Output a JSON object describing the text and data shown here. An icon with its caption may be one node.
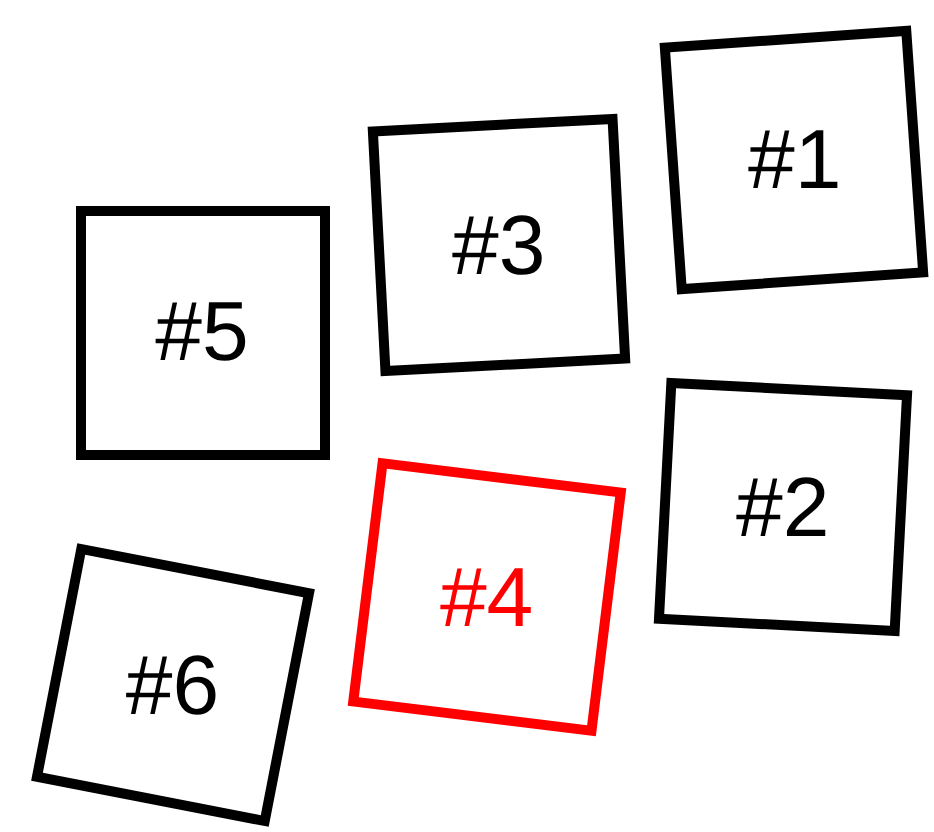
{
  "diagram": {
    "nodes": [
      {
        "text": [
          "#1"
        ]
      },
      {
        "text": [
          "#3"
        ]
      },
      {
        "text": [
          "#5"
        ]
      },
      {
        "text": [
          "#2"
        ]
      },
      {
        "text": [
          "#4"
        ]
      },
      {
        "text": [
          "#6"
        ]
      }
    ]
  }
}
